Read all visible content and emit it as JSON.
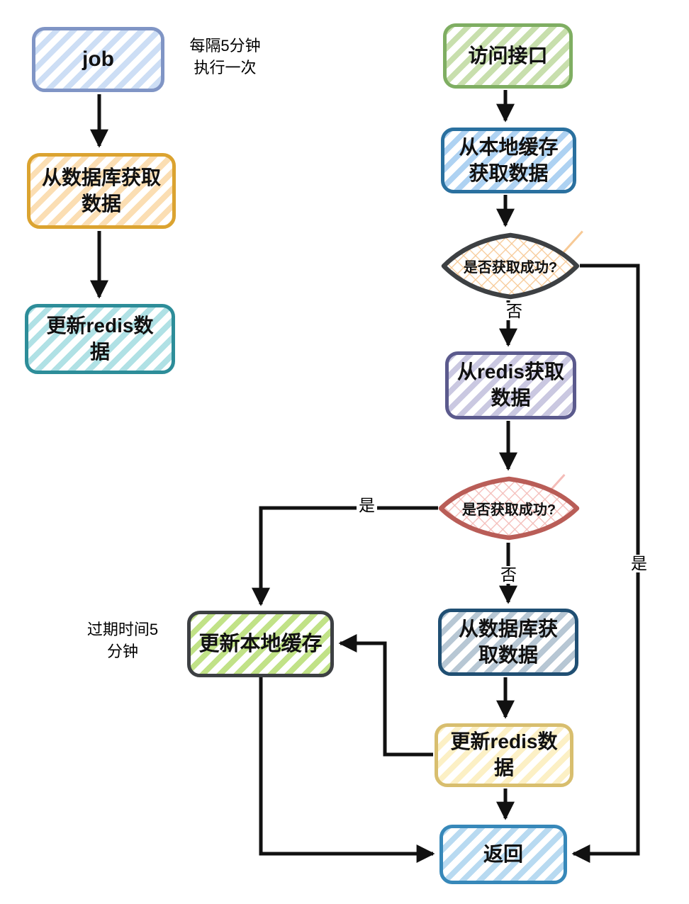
{
  "diagram_type": "flowchart",
  "nodes": {
    "job": {
      "label": "job",
      "shape": "rect",
      "border": "#8095c5",
      "hatch": "#cddef5"
    },
    "db_fetch_job": {
      "label": "从数据库获取\n数据",
      "shape": "rect",
      "border": "#dba330",
      "hatch": "#fbdeb3"
    },
    "redis_update_job": {
      "label": "更新redis数\n据",
      "shape": "rect",
      "border": "#2d8d99",
      "hatch": "#b0e1e5"
    },
    "api_entry": {
      "label": "访问接口",
      "shape": "rect",
      "border": "#7fae62",
      "hatch": "#c8dfad"
    },
    "local_cache_fetch": {
      "label": "从本地缓存\n获取数据",
      "shape": "rect",
      "border": "#2a709f",
      "hatch": "#aed2f2"
    },
    "check_local": {
      "label": "是否获取成功?",
      "shape": "diamond",
      "border": "#3d4043",
      "hatch": "#f7c995"
    },
    "redis_fetch": {
      "label": "从redis获取\n数据",
      "shape": "rect",
      "border": "#5b5a8d",
      "hatch": "#cac8e1"
    },
    "check_redis": {
      "label": "是否获取成功?",
      "shape": "diamond",
      "border": "#b95d57",
      "hatch": "#f4bcb8"
    },
    "db_fetch_api": {
      "label": "从数据库获\n取数据",
      "shape": "rect",
      "border": "#204f73",
      "hatch": "#b7c7d4"
    },
    "redis_update_api": {
      "label": "更新redis数\n据",
      "shape": "rect",
      "border": "#d8be6e",
      "hatch": "#fcf0c5"
    },
    "local_cache_update": {
      "label": "更新本地缓存",
      "shape": "rect",
      "border": "#3d4043",
      "hatch": "#c1e287"
    },
    "return_node": {
      "label": "返回",
      "shape": "rect",
      "border": "#3788b9",
      "hatch": "#b8daf1"
    }
  },
  "annotations": {
    "job_schedule": "每隔5分钟\n执行一次",
    "cache_ttl": "过期时间5\n分钟"
  },
  "edge_labels": {
    "check_local_no": "否",
    "check_local_yes": "是",
    "check_redis_no": "否",
    "check_redis_yes": "是"
  },
  "edges": [
    {
      "from": "job",
      "to": "db_fetch_job"
    },
    {
      "from": "db_fetch_job",
      "to": "redis_update_job"
    },
    {
      "from": "api_entry",
      "to": "local_cache_fetch"
    },
    {
      "from": "local_cache_fetch",
      "to": "check_local"
    },
    {
      "from": "check_local",
      "to": "redis_fetch",
      "label": "否"
    },
    {
      "from": "check_local",
      "to": "return_node",
      "label": "是"
    },
    {
      "from": "redis_fetch",
      "to": "check_redis"
    },
    {
      "from": "check_redis",
      "to": "db_fetch_api",
      "label": "否"
    },
    {
      "from": "check_redis",
      "to": "local_cache_update",
      "label": "是"
    },
    {
      "from": "db_fetch_api",
      "to": "redis_update_api"
    },
    {
      "from": "redis_update_api",
      "to": "return_node"
    },
    {
      "from": "redis_update_api",
      "to": "local_cache_update"
    },
    {
      "from": "local_cache_update",
      "to": "return_node"
    }
  ],
  "colors": {
    "arrow": "#111111",
    "text": "#111111",
    "background": "#ffffff"
  }
}
